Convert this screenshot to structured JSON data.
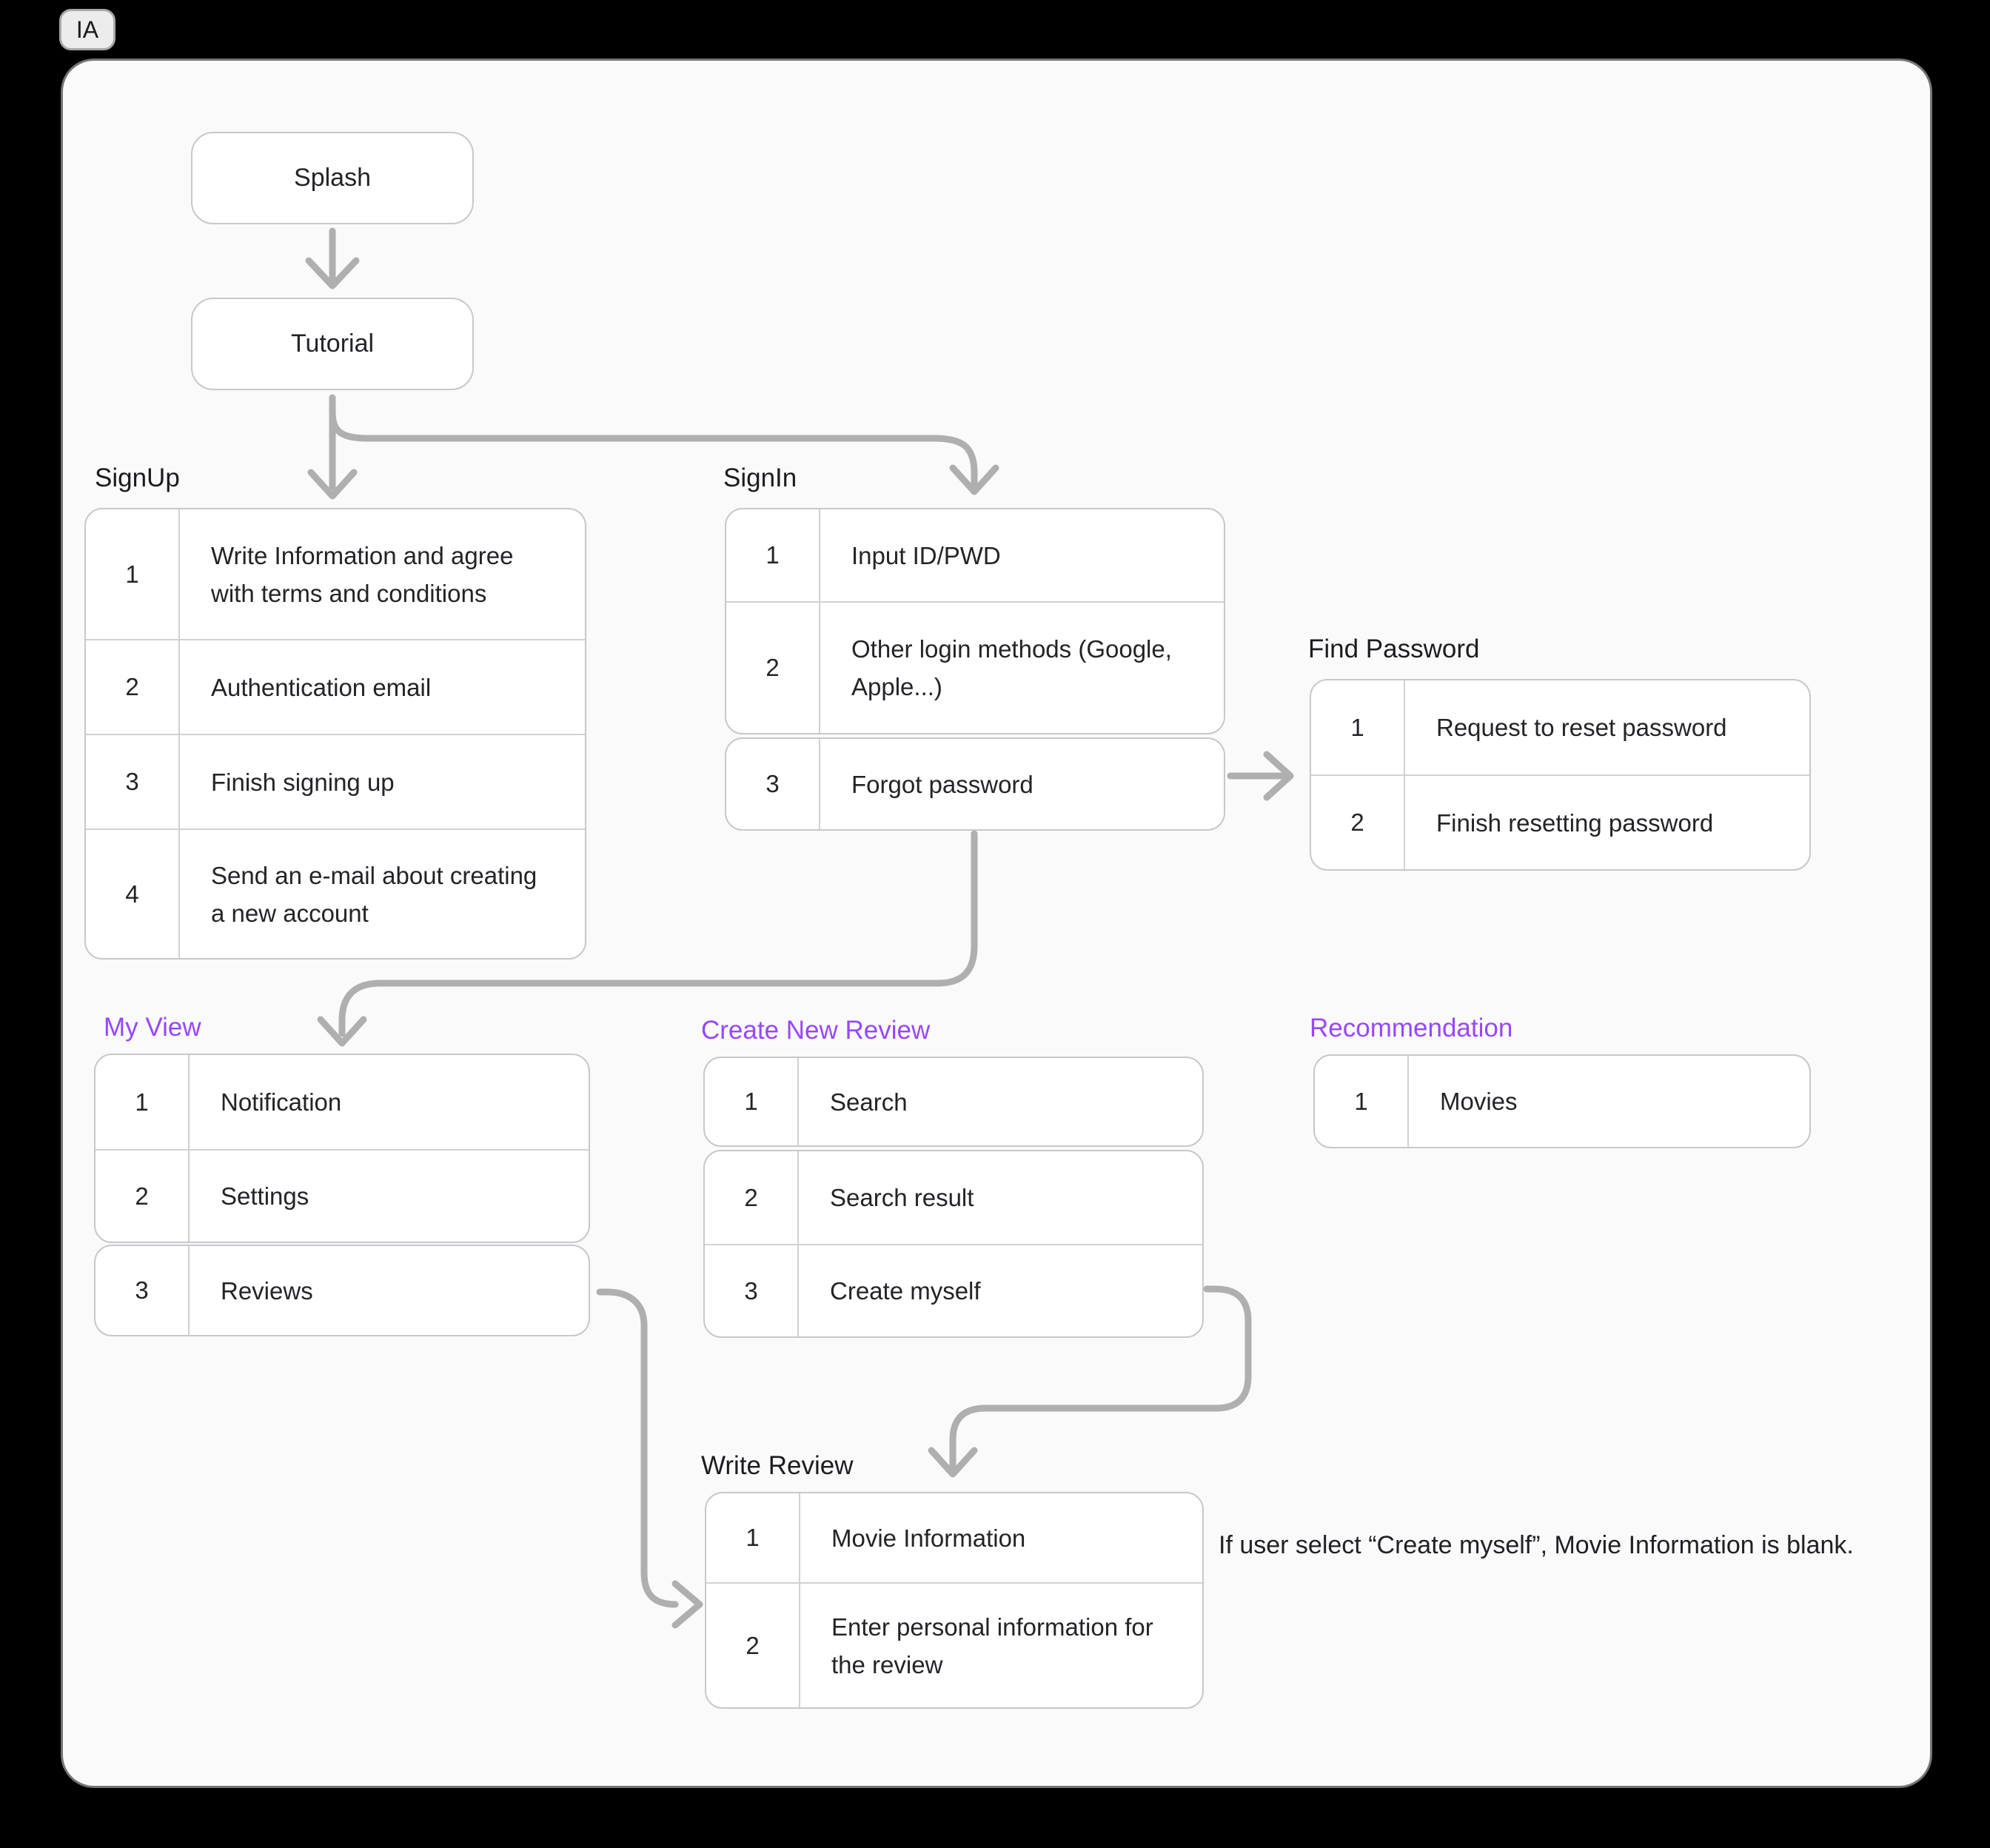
{
  "tab": {
    "label": "IA"
  },
  "boxes": {
    "splash": "Splash",
    "tutorial": "Tutorial"
  },
  "tables": {
    "signup": {
      "title": "SignUp",
      "rows": [
        {
          "num": "1",
          "text": "Write Information and agree\nwith terms and conditions"
        },
        {
          "num": "2",
          "text": "Authentication email"
        },
        {
          "num": "3",
          "text": "Finish signing up"
        },
        {
          "num": "4",
          "text": "Send an e-mail about creating\na new account"
        }
      ]
    },
    "signin": {
      "title": "SignIn",
      "rows": [
        {
          "num": "1",
          "text": "Input ID/PWD"
        },
        {
          "num": "2",
          "text": "Other login methods (Google,\nApple...)"
        },
        {
          "num": "3",
          "text": "Forgot password"
        }
      ]
    },
    "find_password": {
      "title": "Find Password",
      "rows": [
        {
          "num": "1",
          "text": "Request to reset password"
        },
        {
          "num": "2",
          "text": "Finish resetting password"
        }
      ]
    },
    "my_view": {
      "title": "My View",
      "rows": [
        {
          "num": "1",
          "text": "Notification"
        },
        {
          "num": "2",
          "text": "Settings"
        },
        {
          "num": "3",
          "text": "Reviews"
        }
      ]
    },
    "create_new_review": {
      "title": "Create New Review",
      "rows": [
        {
          "num": "1",
          "text": "Search"
        },
        {
          "num": "2",
          "text": "Search result"
        },
        {
          "num": "3",
          "text": "Create myself"
        }
      ]
    },
    "recommendation": {
      "title": "Recommendation",
      "rows": [
        {
          "num": "1",
          "text": "Movies"
        }
      ]
    },
    "write_review": {
      "title": "Write Review",
      "rows": [
        {
          "num": "1",
          "text": "Movie Information"
        },
        {
          "num": "2",
          "text": "Enter personal information for\nthe review"
        }
      ]
    }
  },
  "annotation": "If user select “Create myself”, Movie Information is blank.",
  "colors": {
    "accent_purple": "#9747FF",
    "arrow": "#AFAFAF",
    "card_border": "#C7C8CB",
    "panel_background": "#FAFAFB",
    "page_background": "#000000"
  }
}
